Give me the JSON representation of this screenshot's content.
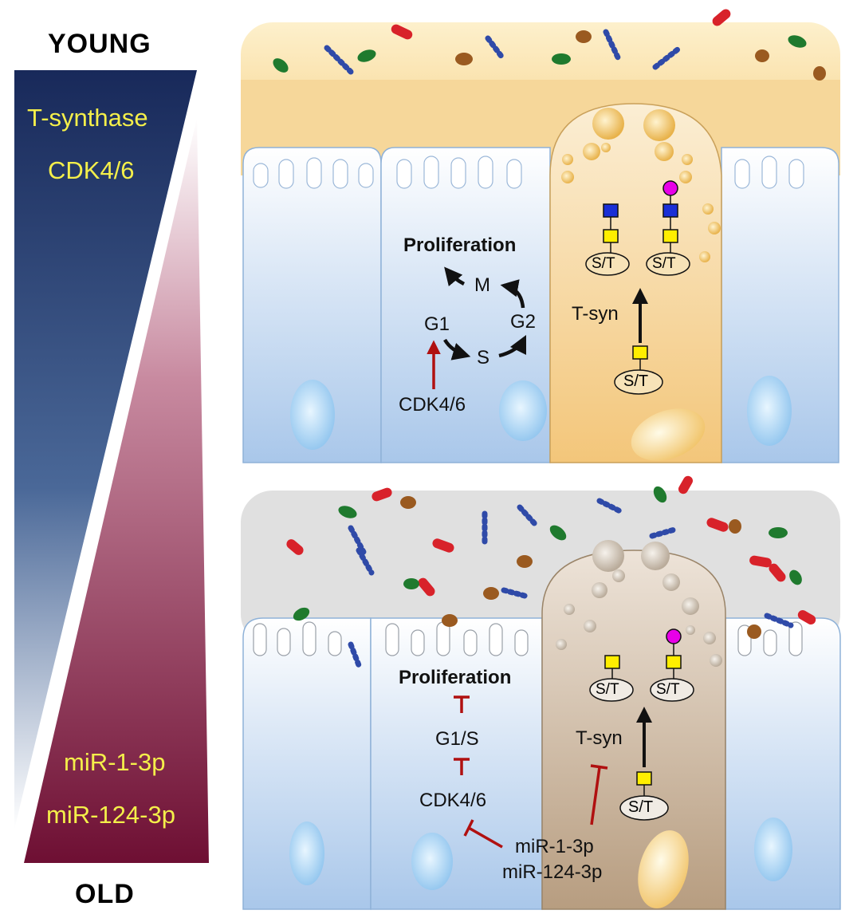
{
  "colors": {
    "young_band": "#1a2d5c",
    "old_band": "#7a1238",
    "label_yellow": "#f4ef4a",
    "inhibit_red": "#b01010",
    "glycan_yellow": "#ffee00",
    "glycan_blue": "#1a2fd6",
    "glycan_magenta": "#e800e8"
  },
  "gradient": {
    "top_label": "YOUNG",
    "bottom_label": "OLD",
    "young_markers": [
      "T-synthase",
      "CDK4/6"
    ],
    "old_markers": [
      "miR-1-3p",
      "miR-124-3p"
    ]
  },
  "young_panel": {
    "cell_cycle": {
      "proliferation": "Proliferation",
      "m": "M",
      "g1": "G1",
      "g2": "G2",
      "s": "S",
      "cdk": "CDK4/6"
    },
    "glyco": {
      "site_1": "S/T",
      "site_2": "S/T",
      "site_precursor": "S/T",
      "tsyn": "T-syn"
    }
  },
  "old_panel": {
    "cell_cycle": {
      "proliferation": "Proliferation",
      "g1s": "G1/S",
      "cdk": "CDK4/6"
    },
    "glyco": {
      "site_1": "S/T",
      "site_2": "S/T",
      "site_precursor": "S/T",
      "tsyn": "T-syn"
    },
    "mirnas": [
      "miR-1-3p",
      "miR-124-3p"
    ]
  }
}
